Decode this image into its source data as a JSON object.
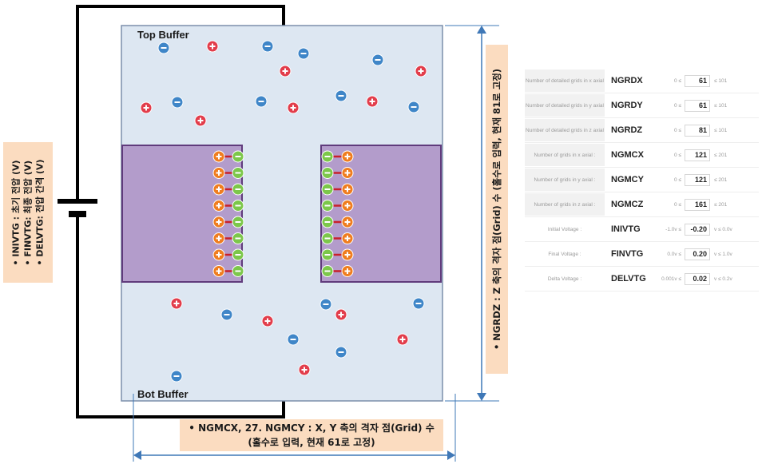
{
  "diagram": {
    "top_buffer_label": "Top Buffer",
    "bot_buffer_label": "Bot Buffer",
    "colors": {
      "buffer_fill": "#dde7f2",
      "buffer_border": "#7c8fab",
      "membrane_fill": "#b39ccb",
      "membrane_border": "#603b7c",
      "wire": "#000000",
      "arrow": "#3f78b7",
      "positive_ion": "#e23d4b",
      "negative_ion": "#3f86c8",
      "green_charge": "#7cc74a",
      "orange_charge": "#ef7d1f",
      "dipole_link": "#c8202b"
    },
    "icons": {
      "positive": "plus-circle",
      "negative": "minus-circle",
      "battery": "battery-symbol"
    }
  },
  "notes": {
    "left": [
      "• INIVTG : 초기 전압 (V)",
      "• FINVTG: 최종 전압 (V)",
      "• DELVTG: 전압 간격 (V)"
    ],
    "right": "• NGRDZ : Z 축의 격자 점(Grid) 수 (홀수로 입력, 현재 81로 고정)",
    "bottom_line1": "• NGMCX, 27. NGMCY : X, Y 축의 격자 점(Grid) 수",
    "bottom_line2": "(홀수로 입력, 현재 61로 고정)"
  },
  "params": [
    {
      "desc": "Number of detailed grids in x axial",
      "name": "NGRDX",
      "min": "0 ≤",
      "value": "61",
      "max": "≤ 101"
    },
    {
      "desc": "Number of detailed grids in y axial",
      "name": "NGRDY",
      "min": "0 ≤",
      "value": "61",
      "max": "≤ 101"
    },
    {
      "desc": "Number of detailed grids in z axial",
      "name": "NGRDZ",
      "min": "0 ≤",
      "value": "81",
      "max": "≤ 101"
    },
    {
      "desc": "Number of grids in x axial :",
      "name": "NGMCX",
      "min": "0 ≤",
      "value": "121",
      "max": "≤ 201"
    },
    {
      "desc": "Number of grids in y axial :",
      "name": "NGMCY",
      "min": "0 ≤",
      "value": "121",
      "max": "≤ 201"
    },
    {
      "desc": "Number of grids in z axial :",
      "name": "NGMCZ",
      "min": "0 ≤",
      "value": "161",
      "max": "≤ 201"
    },
    {
      "desc": "Initial Voltage :",
      "name": "INIVTG",
      "min": "-1.0v ≤",
      "value": "-0.20",
      "max": "v ≤ 0.0v"
    },
    {
      "desc": "Final Voltage :",
      "name": "FINVTG",
      "min": "0.0v ≤",
      "value": "0.20",
      "max": "v ≤ 1.0v"
    },
    {
      "desc": "Delta Voltage :",
      "name": "DELVTG",
      "min": "0.001v ≤",
      "value": "0.02",
      "max": "v ≤ 0.2v"
    }
  ]
}
